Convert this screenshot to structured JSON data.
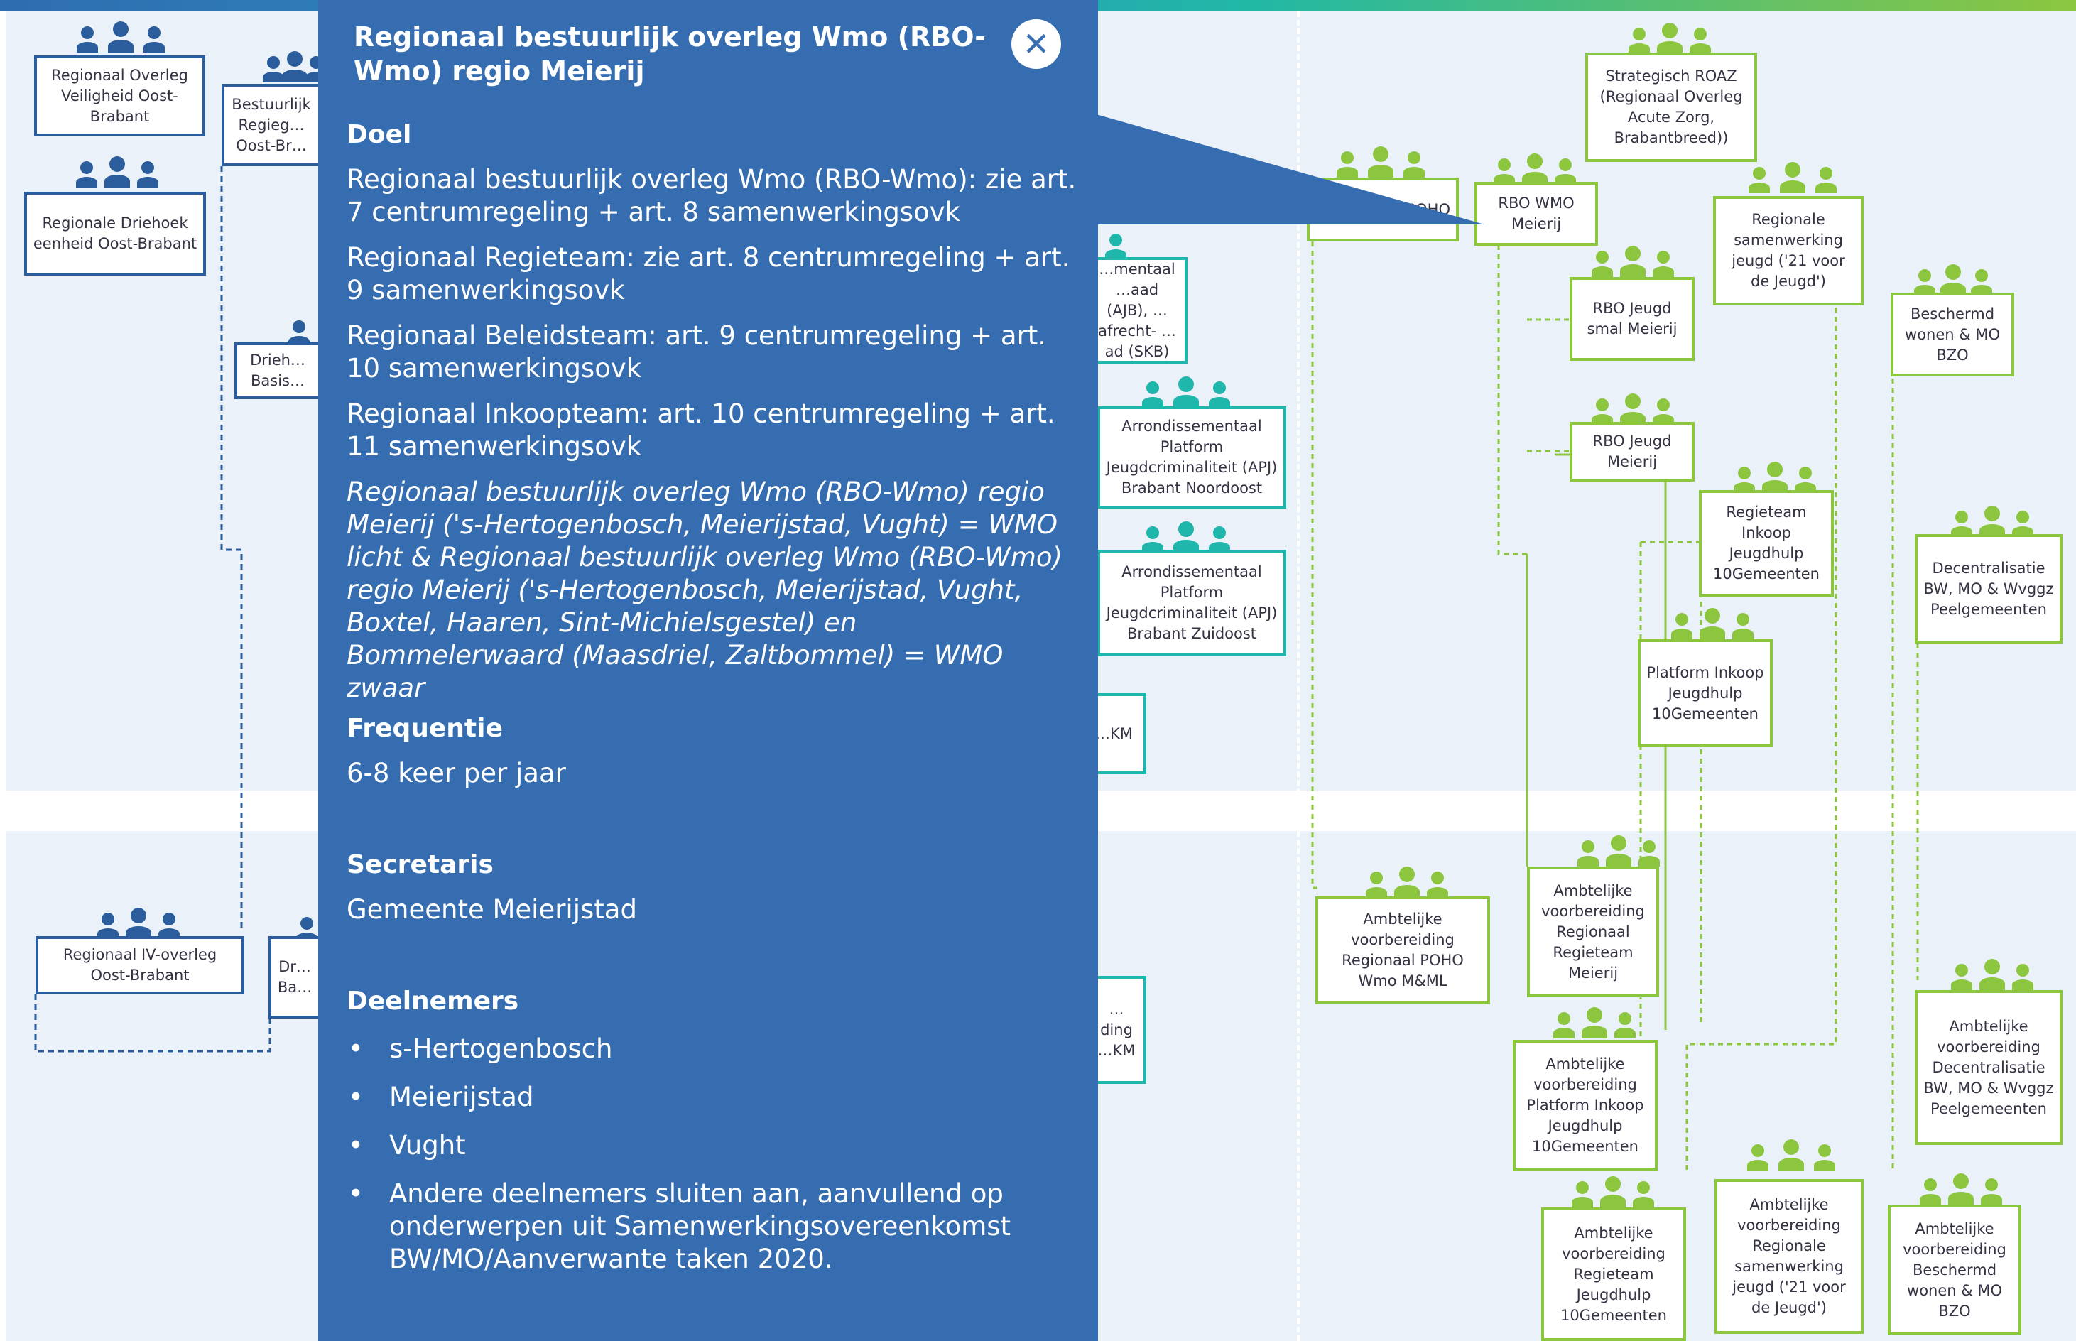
{
  "modal": {
    "title": "Regionaal bestuurlijk overleg Wmo (RBO-Wmo) regio Meierij",
    "close_icon": "close-icon",
    "doel_heading": "Doel",
    "doel_lines": [
      "Regionaal bestuurlijk overleg Wmo (RBO-Wmo): zie art. 7 centrumregeling + art. 8 samenwerkingsovk",
      "Regionaal Regieteam: zie art. 8 centrumregeling + art. 9 samenwerkingsovk",
      "Regionaal Beleidsteam: art. 9 centrumregeling + art. 10 samenwerkingsovk",
      "Regionaal Inkoopteam: art. 10 centrumregeling + art. 11 samenwerkingsovk"
    ],
    "doel_italic": "Regionaal bestuurlijk overleg Wmo (RBO-Wmo) regio Meierij ('s-Hertogenbosch, Meierijstad, Vught) = WMO licht & Regionaal bestuurlijk overleg Wmo (RBO-Wmo) regio Meierij ('s-Hertogenbosch, Meierijstad, Vught, Boxtel, Haaren, Sint-Michielsgestel) en Bommelerwaard (Maasdriel, Zaltbommel)  = WMO zwaar",
    "frequentie_heading": "Frequentie",
    "frequentie": "6-8 keer per jaar",
    "secretaris_heading": "Secretaris",
    "secretaris": "Gemeente Meierijstad",
    "deelnemers_heading": "Deelnemers",
    "deelnemers": [
      "s-Hertogenbosch",
      "Meierijstad",
      "Vught",
      "Andere deelnemers sluiten aan, aanvullend op onderwerpen uit Samenwerkingsovereenkomst BW/MO/Aanverwante taken 2020."
    ]
  },
  "colors": {
    "modal_bg": "#366db0",
    "blue": "#2b5d9c",
    "teal": "#1fb6ac",
    "green": "#8cc63f",
    "band": "#eaf1f9"
  },
  "nodes": {
    "n01": "Regionaal Overleg Veiligheid Oost-Brabant",
    "n02": "Bestuurlijk Regieg… Oost-Br…",
    "n03": "Regionale Driehoek eenheid Oost-Brabant",
    "n04": "Drieh… Basis…",
    "n05": "Regionaal IV-overleg Oost-Brabant",
    "n06": "Dr… Ba…",
    "n07": "…mentaal …aad (AJB), …afrecht- …ad (SKB)",
    "n08": "Arrondissementaal Platform Jeugdcriminaliteit (APJ) Brabant Noordoost",
    "n09": "Arrondissementaal Platform Jeugdcriminaliteit (APJ) Brabant Zuidoost",
    "n10": "…KM",
    "n11": "…ding …KM",
    "n12": "…l POHO",
    "n13": "RBO WMO Meierij",
    "n14": "Strategisch ROAZ (Regionaal Overleg Acute Zorg, Brabantbreed))",
    "n15": "Regionale samenwerking jeugd ('21 voor de Jeugd')",
    "n16": "RBO Jeugd smal Meierij",
    "n17": "RBO Jeugd Meierij",
    "n18": "Regieteam Inkoop Jeugdhulp 10Gemeenten",
    "n19": "Platform Inkoop Jeugdhulp 10Gemeenten",
    "n20": "Beschermd wonen & MO BZO",
    "n21": "Decentralisatie BW, MO & Wvggz Peelgemeenten",
    "n22": "Ambtelijke voorbereiding Regionaal POHO Wmo M&ML",
    "n23": "Ambtelijke voorbereiding Regionaal Regieteam Meierij",
    "n24": "Ambtelijke voorbereiding Platform Inkoop Jeugdhulp 10Gemeenten",
    "n25": "Ambtelijke voorbereiding Regieteam Jeugdhulp 10Gemeenten",
    "n26": "Ambtelijke voorbereiding Regionale samenwerking jeugd ('21 voor de Jeugd')",
    "n27": "Ambtelijke voorbereiding Decentralisatie BW, MO & Wvggz Peelgemeenten",
    "n28": "Ambtelijke voorbereiding Beschermd wonen & MO BZO"
  }
}
